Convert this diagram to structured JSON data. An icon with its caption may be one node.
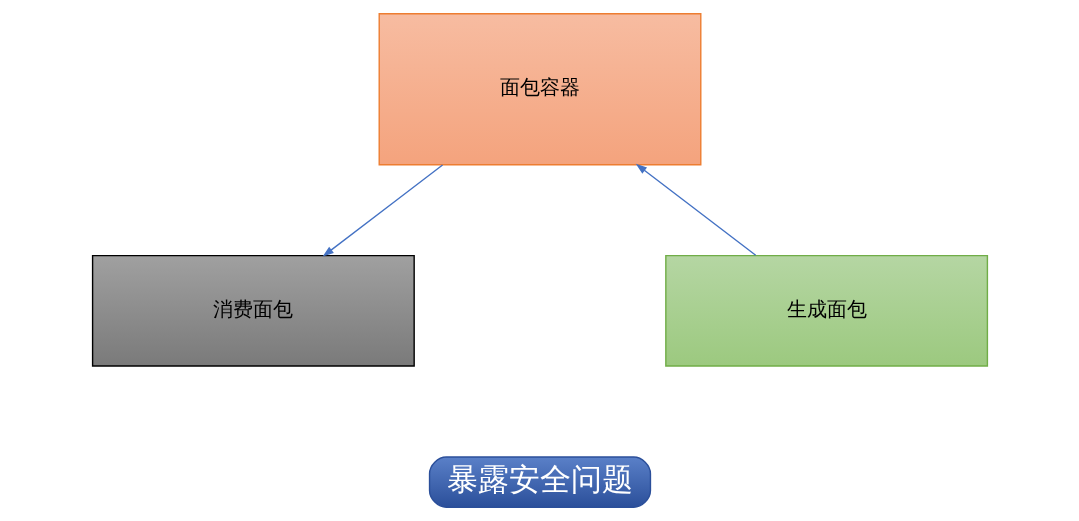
{
  "diagram": {
    "nodes": [
      {
        "text": [
          "面包容器"
        ]
      },
      {
        "text": [
          "生成面包"
        ]
      },
      {
        "text": [
          "消费面包"
        ]
      },
      {
        "text": [
          "暴露安全问题"
        ]
      }
    ],
    "edges": [
      {
        "from": 1,
        "to": 0,
        "arrow": "to"
      },
      {
        "from": 0,
        "to": 2,
        "arrow": "to"
      }
    ]
  }
}
